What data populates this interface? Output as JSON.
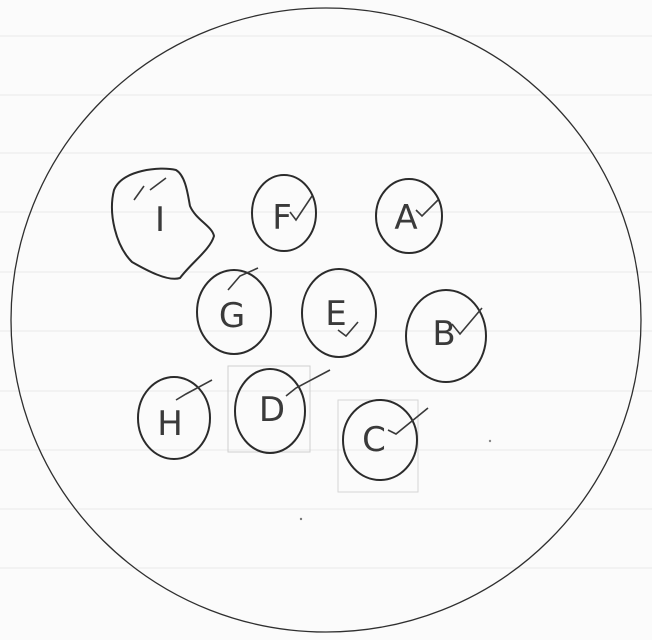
{
  "items": [
    {
      "label": "I"
    },
    {
      "label": "F"
    },
    {
      "label": "A"
    },
    {
      "label": "G"
    },
    {
      "label": "E"
    },
    {
      "label": "B"
    },
    {
      "label": "H"
    },
    {
      "label": "D"
    },
    {
      "label": "C"
    }
  ]
}
